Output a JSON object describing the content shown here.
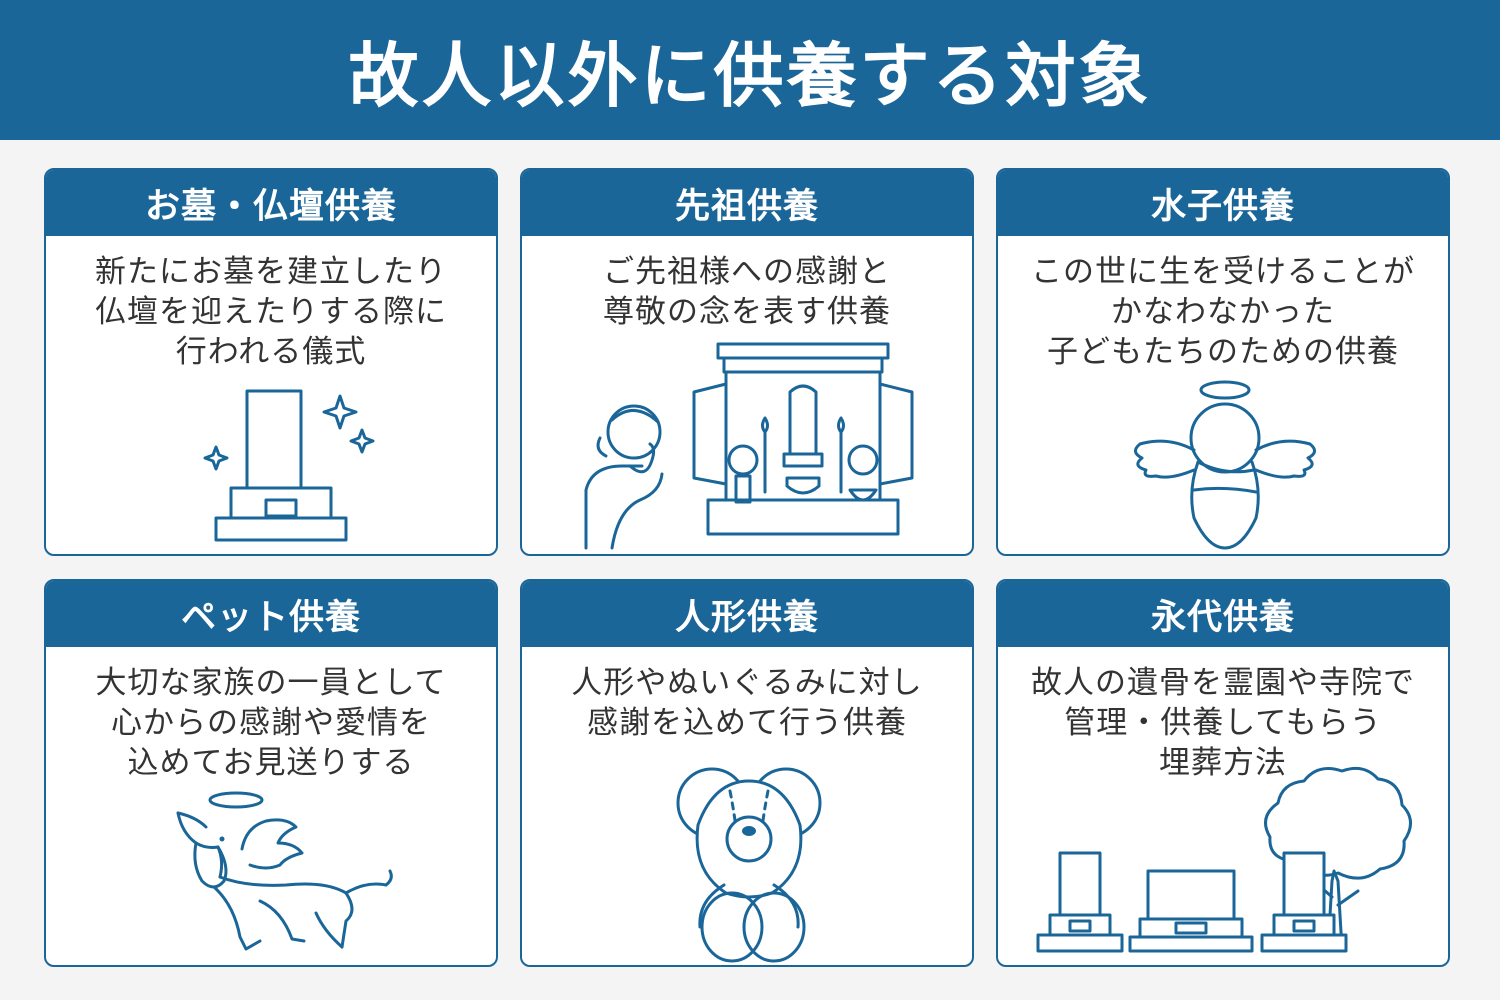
{
  "title": "故人以外に供養する対象",
  "cards": [
    {
      "heading": "お墓・仏壇供養",
      "lines": [
        "新たにお墓を建立したり",
        "仏壇を迎えたりする際に",
        "行われる儀式"
      ],
      "icon": "gravestone-icon"
    },
    {
      "heading": "先祖供養",
      "lines": [
        "ご先祖様への感謝と",
        "尊敬の念を表す供養"
      ],
      "icon": "praying-at-altar-icon"
    },
    {
      "heading": "水子供養",
      "lines": [
        "この世に生を受けることが",
        "かなわなかった",
        "子どもたちのための供養"
      ],
      "icon": "angel-baby-icon"
    },
    {
      "heading": "ペット供養",
      "lines": [
        "大切な家族の一員として",
        "心からの感謝や愛情を",
        "込めてお見送りする"
      ],
      "icon": "angel-dog-icon"
    },
    {
      "heading": "人形供養",
      "lines": [
        "人形やぬいぐるみに対し",
        "感謝を込めて行う供養"
      ],
      "icon": "teddy-bear-icon"
    },
    {
      "heading": "永代供養",
      "lines": [
        "故人の遺骨を霊園や寺院で",
        "管理・供養してもらう",
        "埋葬方法"
      ],
      "icon": "graves-and-tree-icon"
    }
  ],
  "colors": {
    "accent": "#1b6699",
    "background": "#f4f4f4",
    "text": "#333333"
  }
}
